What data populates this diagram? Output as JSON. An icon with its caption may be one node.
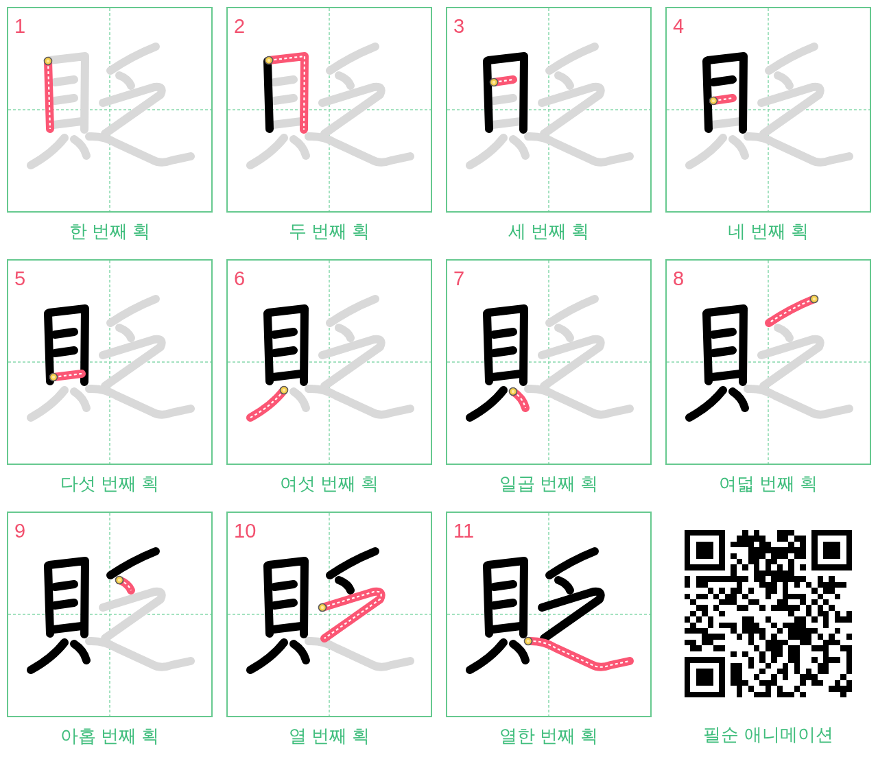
{
  "diagram": {
    "nodes": [
      {
        "text": [
          "1"
        ],
        "beside": [
          "한 번째 획"
        ]
      },
      {
        "text": [
          "2"
        ],
        "beside": [
          "두 번째 획"
        ]
      },
      {
        "text": [
          "3"
        ],
        "beside": [
          "세 번째 획"
        ]
      },
      {
        "text": [
          "4"
        ],
        "beside": [
          "네 번째 획"
        ]
      },
      {
        "text": [
          "5"
        ],
        "beside": [
          "다섯 번째 획"
        ]
      },
      {
        "text": [
          "6"
        ],
        "beside": [
          "여섯 번째 획"
        ]
      },
      {
        "text": [
          "7"
        ],
        "beside": [
          "일곱 번째 획"
        ]
      },
      {
        "text": [
          "8"
        ],
        "beside": [
          "여덟 번째 획"
        ]
      },
      {
        "text": [
          "9"
        ],
        "beside": [
          "아홉 번째 획"
        ]
      },
      {
        "text": [
          "10"
        ],
        "beside": [
          "열 번째 획"
        ]
      },
      {
        "text": [
          "11"
        ],
        "beside": [
          "열한 번째 획"
        ]
      },
      {
        "text": [],
        "shape": "picture",
        "beside": [
          "필순 애니메이션"
        ]
      }
    ]
  }
}
